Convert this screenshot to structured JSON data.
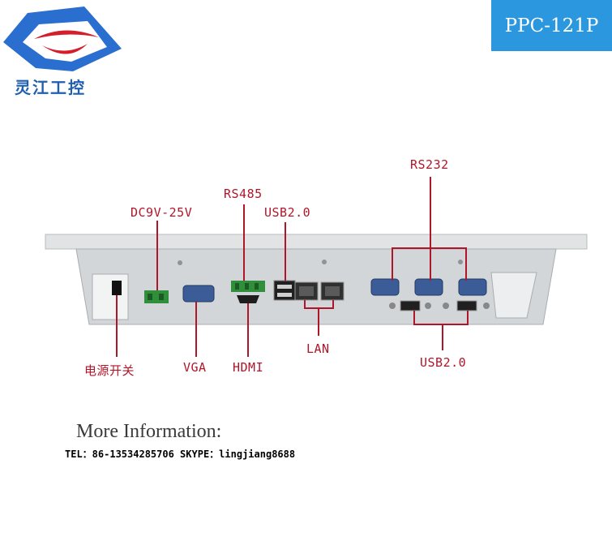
{
  "brand": {
    "logo_text": "灵江工控",
    "model": "PPC-121P"
  },
  "labels": {
    "rs232": "RS232",
    "rs485": "RS485",
    "usb_top": "USB2.0",
    "dc_power": "DC9V-25V",
    "power_switch": "电源开关",
    "vga": "VGA",
    "hdmi": "HDMI",
    "lan": "LAN",
    "usb_bottom": "USB2.0"
  },
  "info": {
    "heading": "More Information:",
    "contact": "TEL：86-13534285706 SKYPE：lingjiang8688"
  },
  "colors": {
    "callout": "#b0162a",
    "badge": "#2b97df",
    "logo_blue": "#2a6fd0",
    "logo_red": "#d51e2c"
  }
}
